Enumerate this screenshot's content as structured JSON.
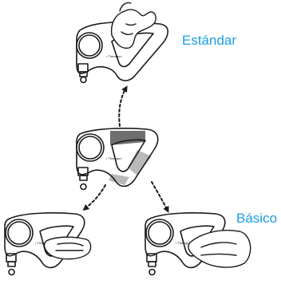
{
  "labels": {
    "standard": "Estándar",
    "basic": "Básico"
  },
  "brand_mark": "Theragun",
  "colors": {
    "label_blue": "#1a9fe0",
    "outline": "#1a1a1a",
    "dark_grip": "#6e6e6e",
    "light_grip": "#b9b9b9"
  }
}
